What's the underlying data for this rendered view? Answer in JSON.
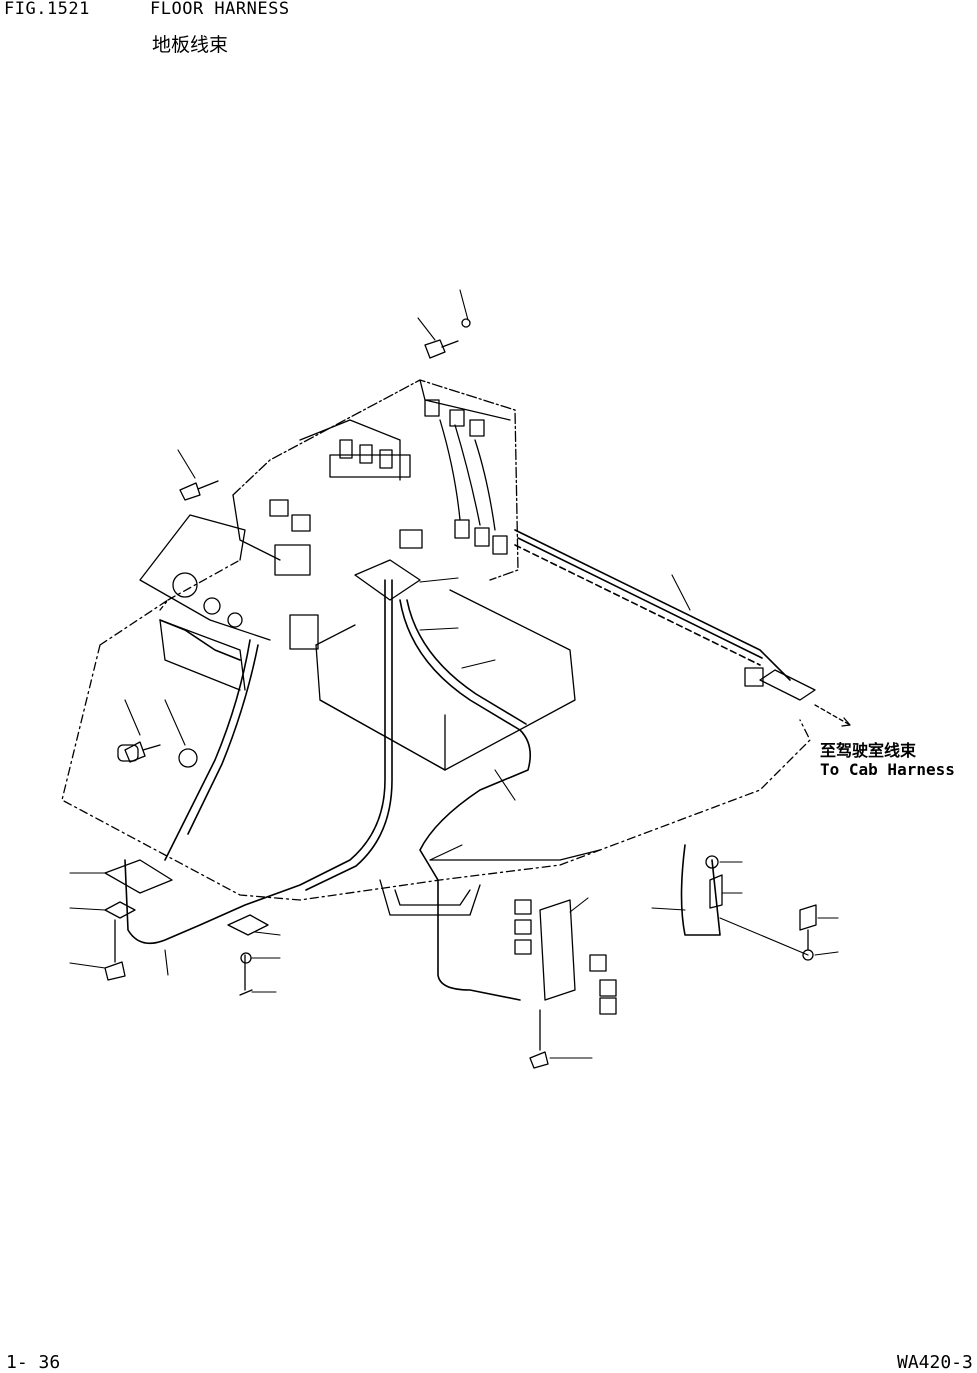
{
  "header": {
    "fig_number": "FIG.1521",
    "title": "FLOOR HARNESS",
    "title_cn": "地板线束"
  },
  "callout": {
    "label_cn": "至驾驶室线束",
    "label_en": "To Cab Harness"
  },
  "footer": {
    "page_number": "1- 36",
    "model_code": "WA420-3"
  }
}
